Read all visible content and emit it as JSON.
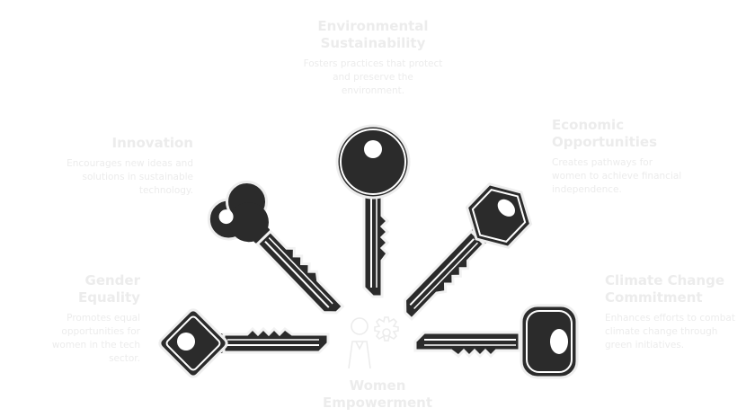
{
  "center": {
    "title": "Women Empowerment"
  },
  "items": [
    {
      "title": "Environmental Sustainability",
      "desc": "Fosters practices that protect and preserve the environment."
    },
    {
      "title": "Innovation",
      "desc": "Encourages new ideas and solutions in sustainable technology."
    },
    {
      "title": "Economic Opportunities",
      "desc": "Creates pathways for women to achieve financial independence."
    },
    {
      "title": "Gender Equality",
      "desc": "Promotes equal opportunities for women in the tech sector."
    },
    {
      "title": "Climate Change Commitment",
      "desc": "Enhances efforts to combat climate change through green initiatives."
    }
  ],
  "colors": {
    "key": "#2b2b2b",
    "text": "#ececec"
  }
}
